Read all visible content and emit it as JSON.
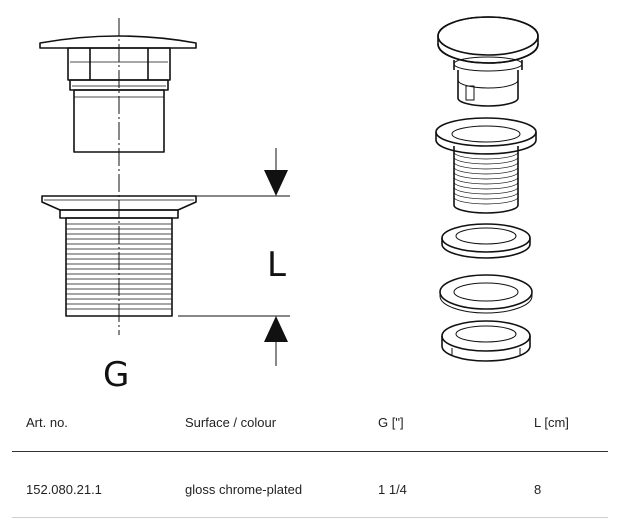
{
  "drawing": {
    "label_g": "G",
    "label_l": "L"
  },
  "table": {
    "headers": [
      "Art. no.",
      "Surface / colour",
      "G [\"]",
      "L [cm]"
    ],
    "rows": [
      [
        "152.080.21.1",
        "gloss chrome-plated",
        "1 1/4",
        "8"
      ]
    ]
  }
}
